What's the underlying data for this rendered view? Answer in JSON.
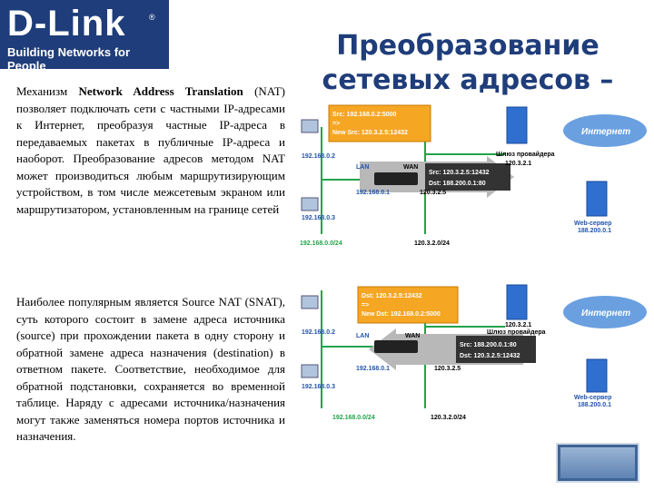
{
  "logo": {
    "brand": "D-Link",
    "reg": "®",
    "tagline": "Building Networks for People"
  },
  "title": "Преобразование сетевых адресов –",
  "paragraphs": {
    "p1_intro": "Механизм ",
    "p1_bold": "Network Address Translation",
    "p1_rest": " (NAT) позволяет подключать сети с частными IP-адресами к Интернет, преобразуя частные IP-адреса в передаваемых пакетах в публичные IP-адреса и наоборот. Преобразование адресов методом NAT может производиться любым маршрутизирующим устройством, в том числе межсетевым экраном или маршрутизатором, установленным на границе сетей",
    "p2": "Наиболее популярным является Source NAT (SNAT), суть которого состоит в замене адреса источника (source) при прохождении пакета в одну сторону и обратной замене адреса назначения (destination) в ответном пакете. Соответствие, необходимое для обратной подстановки, сохраняется во временной таблице. Наряду с адресами источника/назначения могут также заменяться номера портов источника и назначения."
  },
  "diagram1": {
    "box_top": [
      "Src: 192.168.0.2:5000",
      "=>",
      "New Src: 120.3.2.5:12432"
    ],
    "box_bottom": [
      "Src: 120.3.2.5:12432",
      "Dst: 188.200.0.1:80"
    ],
    "lan": "LAN",
    "wan": "WAN",
    "gateway_label": "Шлюз провайдера",
    "gateway_ip": "120.3.2.1",
    "internet": "Интернет",
    "server_label": "Web-сервер",
    "server_ip": "188.200.0.1",
    "pc1": "192.168.0.2",
    "router_ip": "192.168.0.1",
    "pc2": "192.168.0.3",
    "wan_ip": "120.3.2.5",
    "lan_net": "192.168.0.0/24",
    "wan_net": "120.3.2.0/24"
  },
  "diagram2": {
    "box_top": [
      "Dst: 120.3.2.5:12432",
      "=>",
      "New Dst: 192.168.0.2:5000"
    ],
    "box_bottom": [
      "Src: 188.200.0.1:80",
      "Dst: 120.3.2.5:12432"
    ],
    "lan": "LAN",
    "wan": "WAN",
    "gateway_label": "Шлюз провайдера",
    "gateway_ip": "120.3.2.1",
    "internet": "Интернет",
    "server_label": "Web-сервер",
    "server_ip": "188.200.0.1",
    "pc1": "192.168.0.2",
    "router_ip": "192.168.0.1",
    "pc2": "192.168.0.3",
    "wan_ip": "120.3.2.5",
    "lan_net": "192.168.0.0/24",
    "wan_net": "120.3.2.0/24"
  },
  "colors": {
    "brand_blue": "#1f3d7a",
    "net_green": "#22a34a",
    "box_orange": "#f5a623",
    "ip_blue": "#2255aa"
  }
}
